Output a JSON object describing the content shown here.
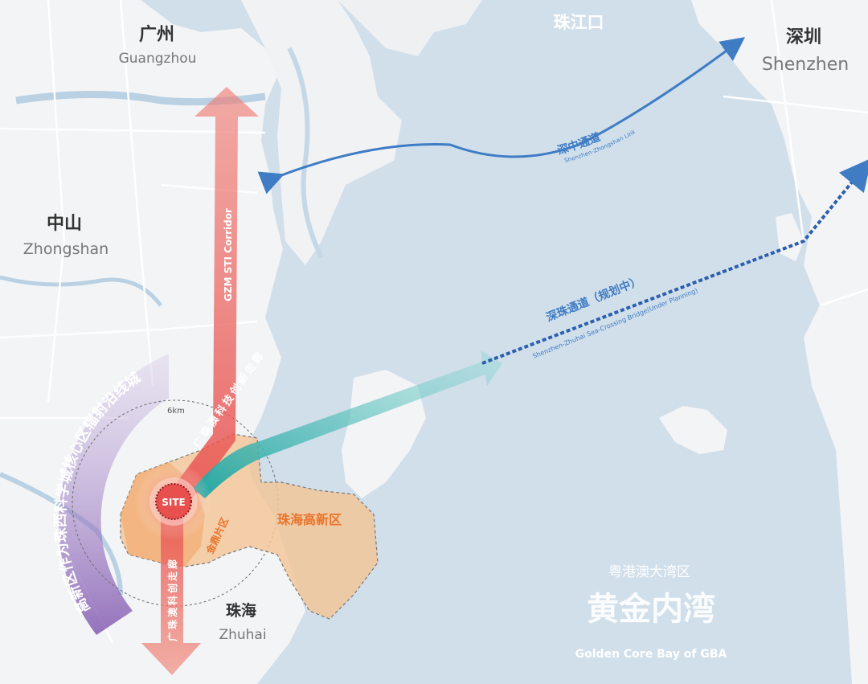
{
  "colors": {
    "water": "#d1dfeb",
    "land": "#f3f4f6",
    "road": "#ffffff",
    "river_light": "#b9d1e3",
    "corridor": "#e8504f",
    "zone_fill": "#f2c79a",
    "high_tech_label": "#e9742b",
    "link_blue": "#3f7cc4",
    "purple": "#8e64b5",
    "teal": "#36b6b3"
  },
  "cities": {
    "guangzhou": {
      "cn": "广州",
      "en": "Guangzhou"
    },
    "shenzhen": {
      "cn": "深圳",
      "en": "Shenzhen"
    },
    "zhongshan": {
      "cn": "中山",
      "en": "Zhongshan"
    },
    "zhuhai": {
      "cn": "珠海",
      "en": "Zhuhai"
    }
  },
  "water_labels": {
    "pearl_estuary": "珠江口",
    "gba_region": "粤港澳大湾区",
    "golden_bay_cn": "黄金内湾",
    "golden_bay_en": "Golden Core Bay of GBA"
  },
  "links": {
    "sz_zs_cn": "深中通道",
    "sz_zs_en": "Shenzhen-Zhongshan Link",
    "sz_zh_cn": "深珠通道（规划中）",
    "sz_zh_en": "Shenzhen-Zhuhai Sea-Crossing Bridge(Under Planning)"
  },
  "corridor": {
    "north_cn": "广珠澳科技创新走廊",
    "north_en": "GZM STI Corridor",
    "south_cn": "广珠澳科创走廊"
  },
  "zones": {
    "high_tech": "珠海高新区",
    "jinding": "金鼎片区"
  },
  "radius_label": "6km",
  "site_label": "SITE",
  "arc_text": "高新区作为珠西科学城核心区辐射沿线城市"
}
